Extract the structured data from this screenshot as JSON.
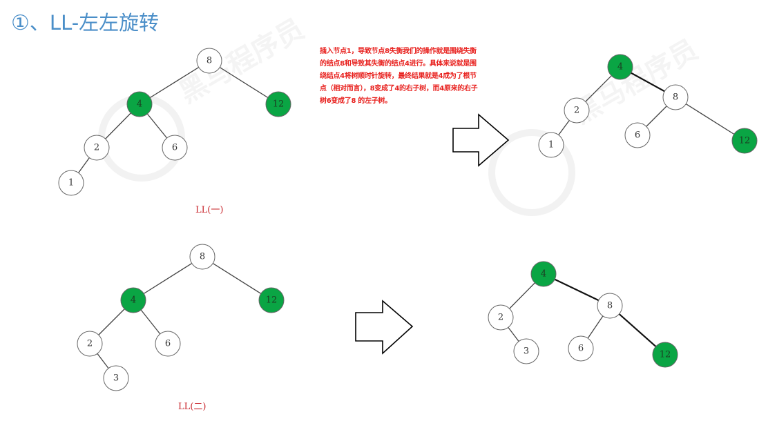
{
  "heading": {
    "number": "①",
    "text": "、LL-左左旋转"
  },
  "note": "插入节点1，导致节点8失衡我们的操作就是围绕失衡的结点8和导致其失衡的结点4进行。具体来说就是围绕结点4将树顺时针旋转，最终结果就是4成为了根节点（相对而言），8变成了4的右子树，而4原来的右子树6变成了8 的左子树。",
  "captions": {
    "case1": "LL(一)",
    "case2": "LL(二)"
  },
  "colors": {
    "highlight": "#0aa544",
    "node_fill": "#ffffff",
    "heading": "#4a8ec8",
    "note": "#e8221f",
    "caption": "#c8242a"
  },
  "watermark": "黑马程序员",
  "trees": {
    "t1": {
      "nodes": [
        {
          "id": "n8",
          "label": "8",
          "green": false
        },
        {
          "id": "n4",
          "label": "4",
          "green": true
        },
        {
          "id": "n12",
          "label": "12",
          "green": true
        },
        {
          "id": "n2",
          "label": "2",
          "green": false
        },
        {
          "id": "n6",
          "label": "6",
          "green": false
        },
        {
          "id": "n1",
          "label": "1",
          "green": false
        }
      ],
      "edges": [
        [
          "n8",
          "n4"
        ],
        [
          "n8",
          "n12"
        ],
        [
          "n4",
          "n2"
        ],
        [
          "n4",
          "n6"
        ],
        [
          "n2",
          "n1"
        ]
      ]
    },
    "t2": {
      "nodes": [
        {
          "id": "n4",
          "label": "4",
          "green": true
        },
        {
          "id": "n2",
          "label": "2",
          "green": false
        },
        {
          "id": "n8",
          "label": "8",
          "green": false
        },
        {
          "id": "n1",
          "label": "1",
          "green": false
        },
        {
          "id": "n6",
          "label": "6",
          "green": false
        },
        {
          "id": "n12",
          "label": "12",
          "green": true
        }
      ],
      "edges": [
        [
          "n4",
          "n2"
        ],
        [
          "n4",
          "n8"
        ],
        [
          "n2",
          "n1"
        ],
        [
          "n8",
          "n6"
        ],
        [
          "n8",
          "n12"
        ]
      ]
    },
    "t3": {
      "nodes": [
        {
          "id": "n8",
          "label": "8",
          "green": false
        },
        {
          "id": "n4",
          "label": "4",
          "green": true
        },
        {
          "id": "n12",
          "label": "12",
          "green": true
        },
        {
          "id": "n2",
          "label": "2",
          "green": false
        },
        {
          "id": "n6",
          "label": "6",
          "green": false
        },
        {
          "id": "n3",
          "label": "3",
          "green": false
        }
      ],
      "edges": [
        [
          "n8",
          "n4"
        ],
        [
          "n8",
          "n12"
        ],
        [
          "n4",
          "n2"
        ],
        [
          "n4",
          "n6"
        ],
        [
          "n2",
          "n3"
        ]
      ]
    },
    "t4": {
      "nodes": [
        {
          "id": "n4",
          "label": "4",
          "green": true
        },
        {
          "id": "n2",
          "label": "2",
          "green": false
        },
        {
          "id": "n8",
          "label": "8",
          "green": false
        },
        {
          "id": "n3",
          "label": "3",
          "green": false
        },
        {
          "id": "n6",
          "label": "6",
          "green": false
        },
        {
          "id": "n12",
          "label": "12",
          "green": true
        }
      ],
      "edges": [
        [
          "n4",
          "n2"
        ],
        [
          "n4",
          "n8"
        ],
        [
          "n2",
          "n3"
        ],
        [
          "n8",
          "n6"
        ],
        [
          "n8",
          "n12"
        ]
      ]
    }
  }
}
